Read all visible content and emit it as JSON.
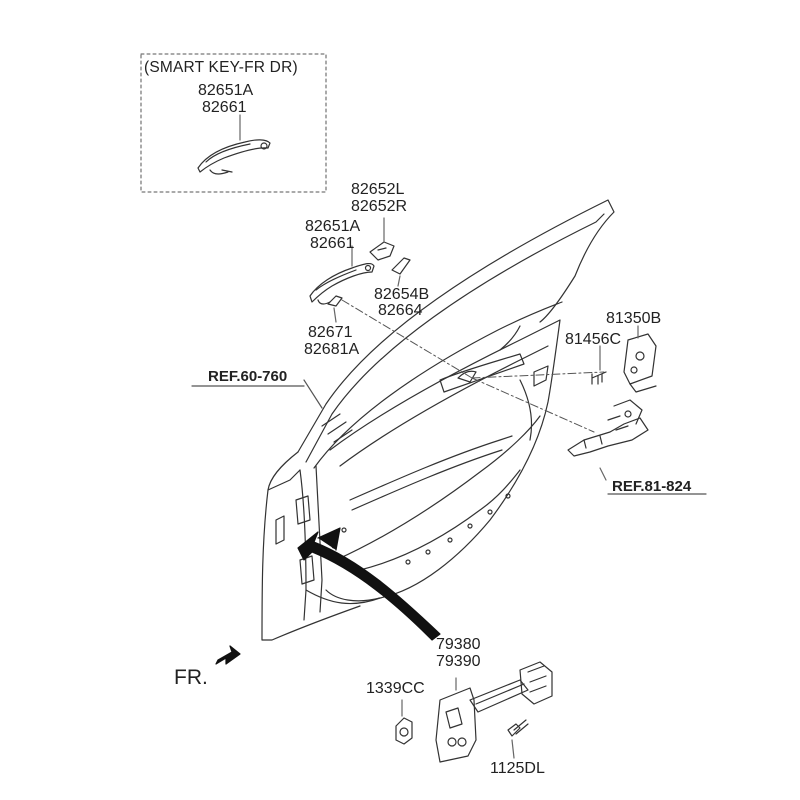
{
  "smart_key_box": {
    "title": "(SMART KEY-FR DR)",
    "parts": [
      "82651A",
      "82661"
    ]
  },
  "callouts": {
    "handle_cover": [
      "82652L",
      "82652R"
    ],
    "outside_handle": [
      "82651A",
      "82661"
    ],
    "handle_pad": [
      "82654B",
      "82664"
    ],
    "handle_gasket": [
      "82671",
      "82681A"
    ],
    "striker": "81350B",
    "striker_screw": "81456C",
    "checker": [
      "79380",
      "79390"
    ],
    "checker_nut": "1339CC",
    "checker_bolt": "1125DL"
  },
  "references": {
    "door_panel": "REF.60-760",
    "door_lock": "REF.81-824"
  },
  "direction": {
    "label": "FR."
  }
}
